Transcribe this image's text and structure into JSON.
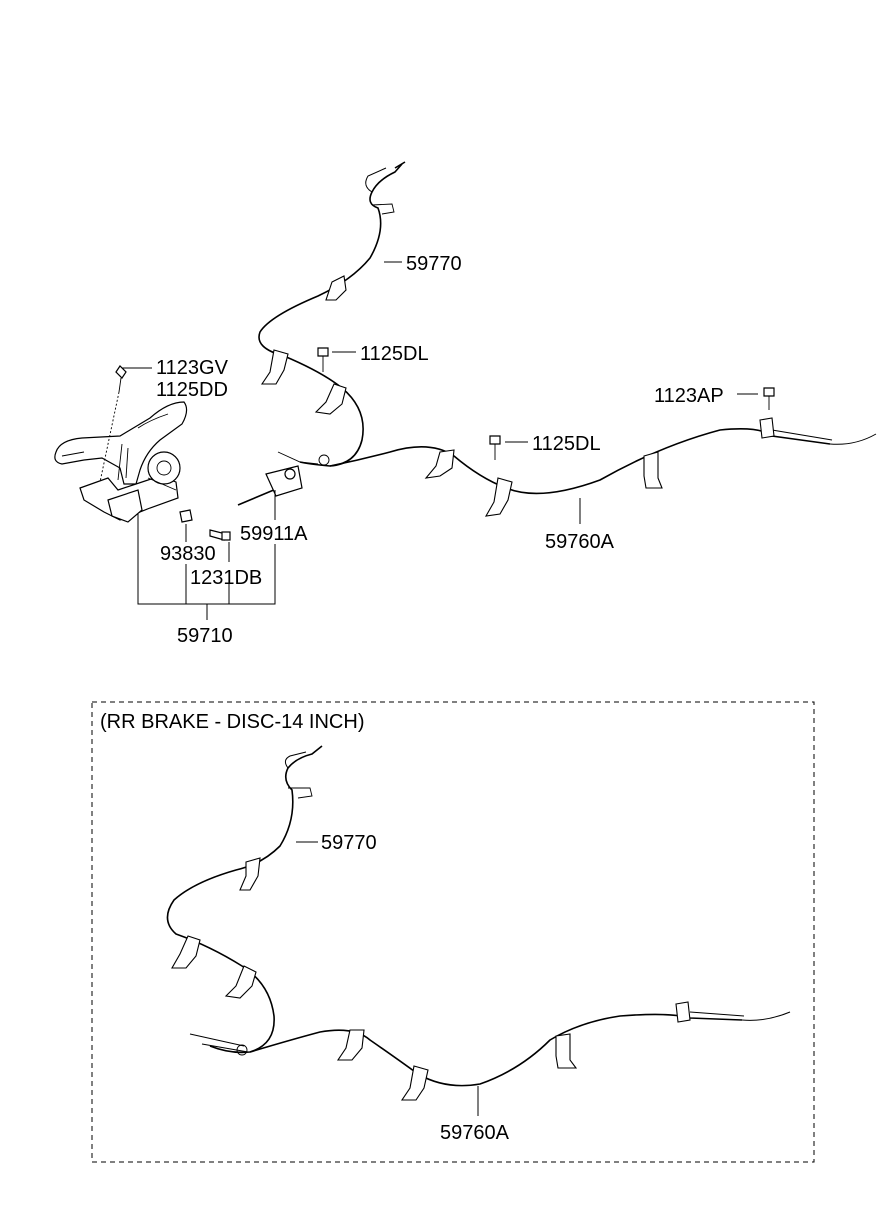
{
  "parts": {
    "top_front_cable": "59770",
    "bolt_upper": "1125DL",
    "screw_pedal": "1123GV",
    "bolt_pedal": "1125DD",
    "bolt_rear": "1123AP",
    "bolt_mid": "1125DL",
    "equalizer": "59911A",
    "rear_cable": "59760A",
    "clip": "93830",
    "bolt_lever": "1231DB",
    "lever_assembly": "59710"
  },
  "variant": {
    "title": "(RR BRAKE - DISC-14 INCH)",
    "front_cable": "59770",
    "rear_cable": "59760A"
  }
}
